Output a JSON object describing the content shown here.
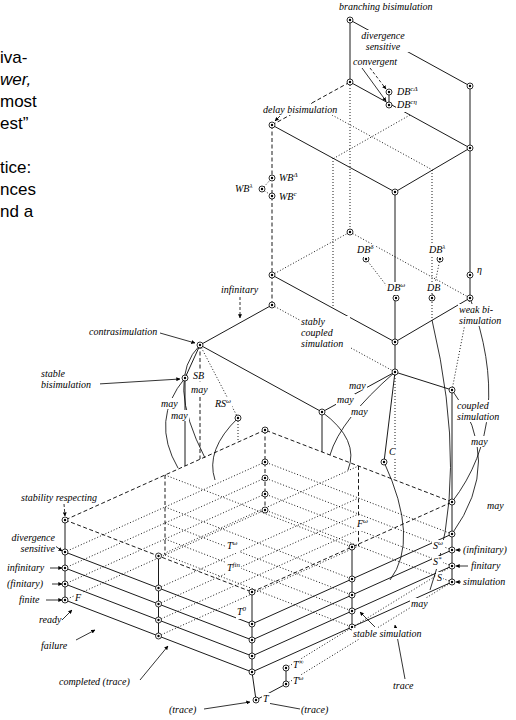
{
  "diagram": {
    "labels": [
      "iva-",
      "wer,",
      "most",
      "est”",
      "tice:",
      "nces",
      "nd a",
      "branching bisimulation",
      "divergence sensitive",
      "convergent",
      "DBcΔ",
      "DBcη",
      "delay bisimulation",
      "WBΔ",
      "WBc",
      "WBλ",
      "infinitary",
      "DBδ",
      "DBλ",
      "DBω",
      "DB",
      "η",
      "weak bi- simulation",
      "contrasimulation",
      "stably coupled simulation",
      "stable bisimulation",
      "SB",
      "may",
      "may",
      "may",
      "RSω",
      "may",
      "may",
      "may",
      "coupled simulation",
      "may",
      "C",
      "may",
      "stability respecting",
      "Fω",
      "divergence sensitive",
      "infinitary",
      "(finitary)",
      "finite",
      "ready",
      "Tω",
      "Tfin",
      "Sω",
      "(infinitary)",
      "S*",
      "finitary",
      "S",
      "simulation",
      "may",
      "F",
      "T0",
      "stable simulation",
      "failure",
      "T∞",
      "Tω",
      "completed (trace)",
      "trace",
      "T",
      "(trace)",
      "(trace)"
    ]
  }
}
